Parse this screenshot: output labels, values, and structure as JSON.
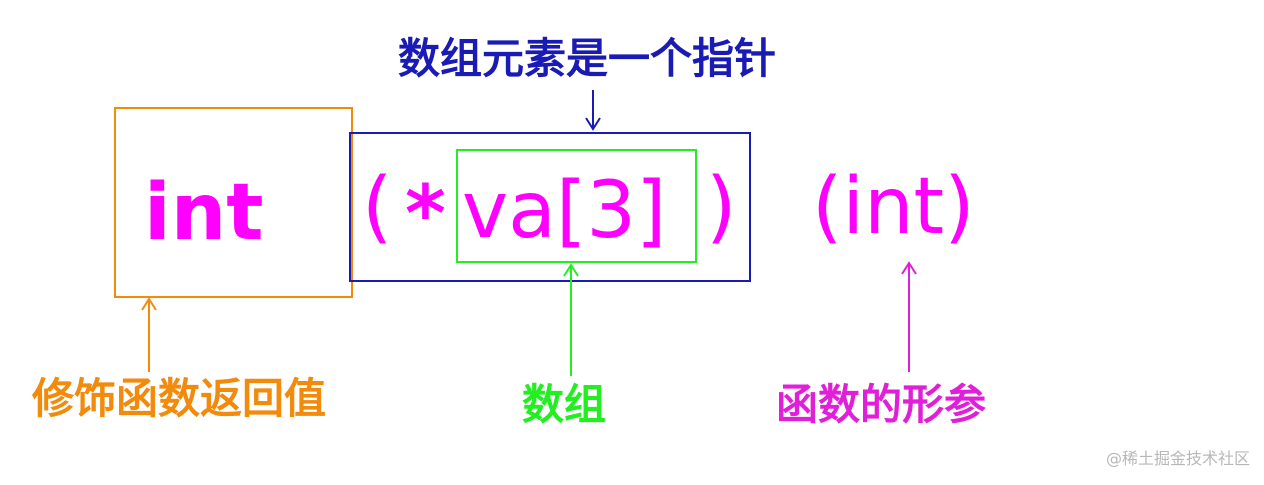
{
  "code": {
    "return_type": "int",
    "open_paren": "(",
    "pointer": "*",
    "array": "va[3]",
    "close_paren": ")",
    "params": "(int)"
  },
  "labels": {
    "element_pointer": "数组元素是一个指针",
    "return_modifier": "修饰函数返回值",
    "array": "数组",
    "param": "函数的形参"
  },
  "watermark": "@稀土掘金技术社区",
  "colors": {
    "code": "#ff00ff",
    "orange": "#f28a0c",
    "blue": "#1a1ab4",
    "green": "#22ee22",
    "magenta": "#e020d8"
  }
}
